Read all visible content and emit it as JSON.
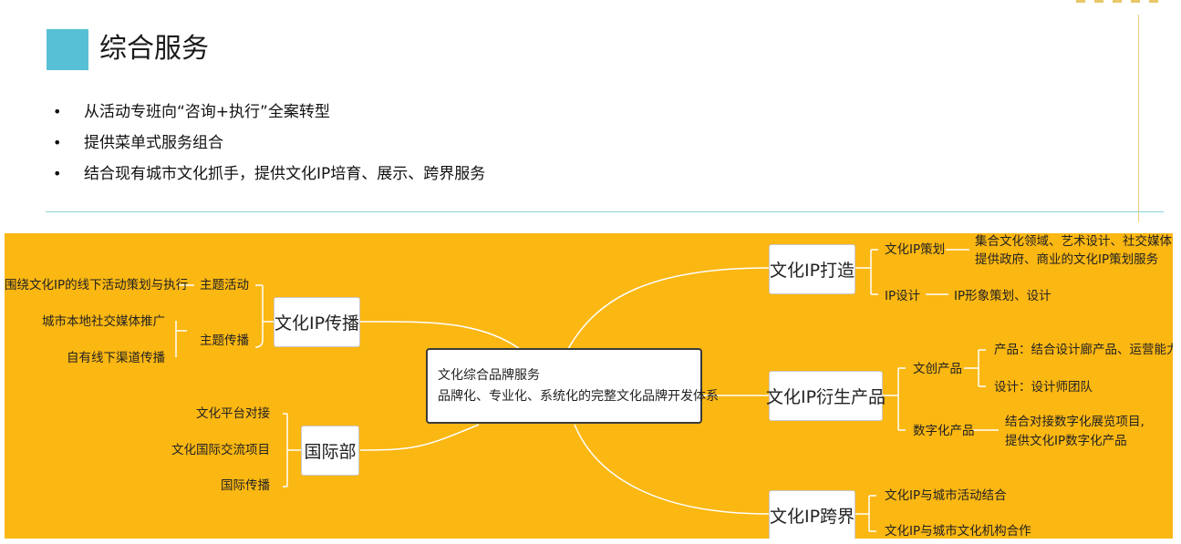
{
  "header": {
    "title": "综合服务"
  },
  "bullets": [
    "从活动专班向“咨询+执行”全案转型",
    "提供菜单式服务组合",
    "结合现有城市文化抓手，提供文化IP培育、展示、跨界服务"
  ],
  "mindmap": {
    "center": {
      "line1": "文化综合品牌服务",
      "line2": "品牌化、专业化、系统化的完整文化品牌开发体系"
    },
    "left": {
      "chuanbo": {
        "label": "文化IP传播",
        "theme_activity": "主题活动",
        "theme_activity_leaf": "围绕文化IP的线下活动策划与执行",
        "theme_spread": "主题传播",
        "theme_spread_leaf1": "城市本地社交媒体推广",
        "theme_spread_leaf2": "自有线下渠道传播"
      },
      "guoji": {
        "label": "国际部",
        "leaf1": "文化平台对接",
        "leaf2": "文化国际交流项目",
        "leaf3": "国际传播"
      }
    },
    "right": {
      "dazao": {
        "label": "文化IP打造",
        "cehua": "文化IP策划",
        "cehua_leaf1": "集合文化领域、艺术设计、社交媒体专家，",
        "cehua_leaf2": "提供政府、商业的文化IP策划服务",
        "sheji": "IP设计",
        "sheji_leaf": "IP形象策划、设计"
      },
      "yansheng": {
        "label": "文化IP衍生产品",
        "wenchuang": "文创产品",
        "wenchuang_leaf1": "产品：结合设计廊产品、运营能力",
        "wenchuang_leaf2": "设计：设计师团队",
        "shuzi": "数字化产品",
        "shuzi_leaf1": "结合对接数字化展览项目,",
        "shuzi_leaf2": "提供文化IP数字化产品"
      },
      "kuajie": {
        "label": "文化IP跨界",
        "leaf1": "文化IP与城市活动结合",
        "leaf2": "文化IP与城市文化机构合作"
      }
    }
  },
  "colors": {
    "accent": "#58c0d6",
    "map_bg": "#fbb712",
    "divider": "#8fd3d6"
  }
}
